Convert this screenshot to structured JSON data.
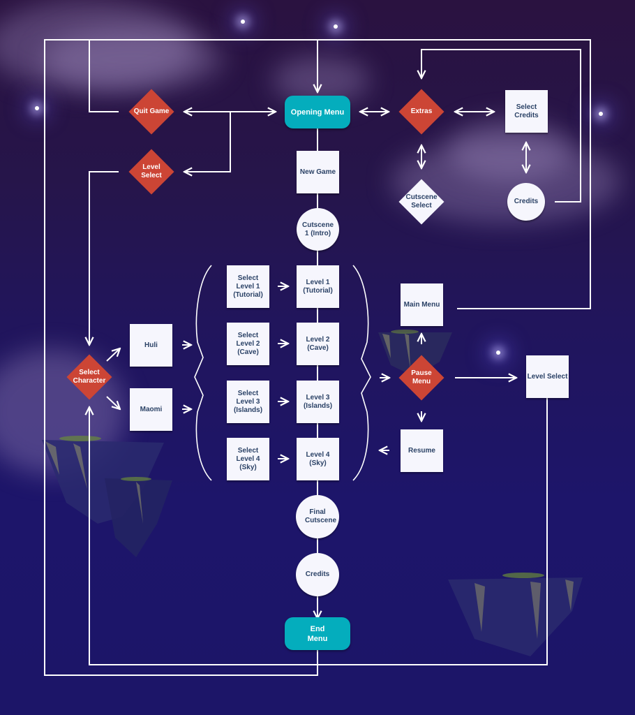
{
  "colors": {
    "terminal": "#04adbd",
    "decision": "#cc4535",
    "process": "#f6f6fd",
    "text_dark": "#2b4266",
    "connector": "#ffffff"
  },
  "nodes": {
    "opening_menu": "Opening Menu",
    "quit_game": "Quit Game",
    "level_select_decision": "Level Select",
    "extras": "Extras",
    "select_credits": "Select Credits",
    "cutscene_select": "Cutscene Select",
    "credits_extras": "Credits",
    "new_game": "New Game",
    "cutscene_intro": "Cutscene 1 (Intro)",
    "select_character": "Select Character",
    "huli": "Huli",
    "maomi": "Maomi",
    "select_levels": [
      "Select Level 1 (Tutorial)",
      "Select Level 2 (Cave)",
      "Select Level 3 (Islands)",
      "Select Level 4 (Sky)"
    ],
    "levels": [
      "Level 1 (Tutorial)",
      "Level 2 (Cave)",
      "Level 3 (Islands)",
      "Level 4 (Sky)"
    ],
    "main_menu": "Main Menu",
    "pause_menu": "Pause Menu",
    "resume": "Resume",
    "level_select_box": "Level Select",
    "final_cutscene": "Final Cutscene",
    "credits_end": "Credits",
    "end_menu": "End Menu"
  }
}
